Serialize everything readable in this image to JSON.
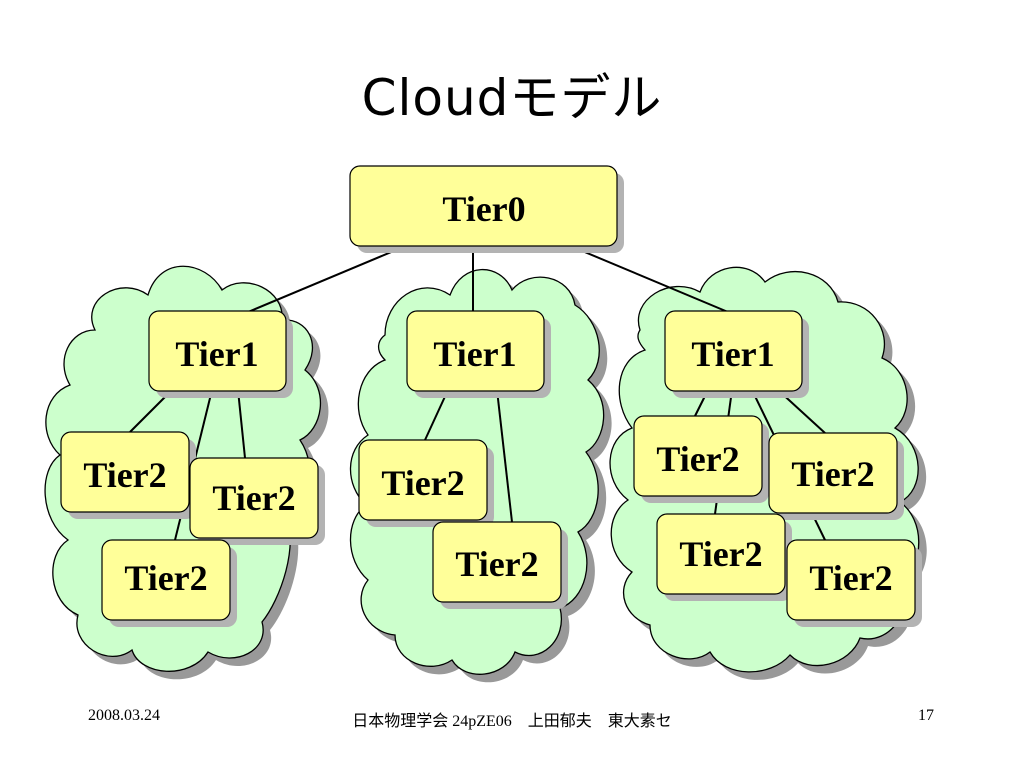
{
  "slide": {
    "title": "Cloudモデル"
  },
  "diagram": {
    "root": "Tier0",
    "clouds": [
      {
        "tier1": "Tier1",
        "tier2": [
          "Tier2",
          "Tier2",
          "Tier2"
        ]
      },
      {
        "tier1": "Tier1",
        "tier2": [
          "Tier2",
          "Tier2"
        ]
      },
      {
        "tier1": "Tier1",
        "tier2": [
          "Tier2",
          "Tier2",
          "Tier2",
          "Tier2"
        ]
      }
    ]
  },
  "colors": {
    "cloud_fill": "#ccffcc",
    "box_fill": "#ffff99",
    "shadow": "#999999",
    "outline": "#000000"
  },
  "footer": {
    "date": "2008.03.24",
    "center": "日本物理学会 24pZE06　上田郁夫　東大素セ",
    "page": "17"
  }
}
